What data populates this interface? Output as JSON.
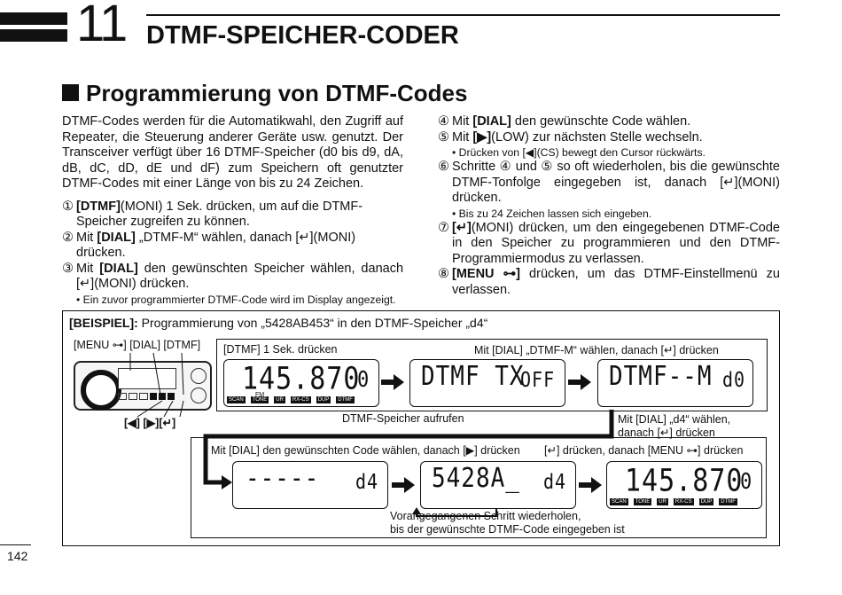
{
  "header": {
    "chapter_number": "11",
    "chapter_title": "DTMF-SPEICHER-CODER"
  },
  "section": {
    "title": "Programmierung von DTMF-Codes"
  },
  "intro": "DTMF-Codes werden für die Automatikwahl, den Zugriff auf Repeater, die Steuerung anderer Geräte usw. genutzt. Der Transceiver verfügt über 16 DTMF-Speicher (d0 bis d9, dA, dB, dC, dD, dE und dF) zum Speichern oft genutzter DTMF-Codes mit einer Länge von bis zu 24 Zeichen.",
  "steps": [
    {
      "num": "①",
      "key": "[DTMF]",
      "text": "(MONI) 1 Sek. drücken, um auf die DTMF-Speicher zugreifen zu können."
    },
    {
      "num": "②",
      "pre": "Mit ",
      "key": "[DIAL]",
      "text": " „DTMF-M“ wählen, danach [↵](MONI) drücken."
    },
    {
      "num": "③",
      "pre": "Mit ",
      "key": "[DIAL]",
      "text": " den gewünschten Speicher wählen, danach [↵](MONI) drücken.",
      "note": "• Ein zuvor programmierter DTMF-Code wird im Display angezeigt."
    },
    {
      "num": "④",
      "pre": "Mit ",
      "key": "[DIAL]",
      "text": " den gewünschte Code wählen."
    },
    {
      "num": "⑤",
      "pre": "Mit ",
      "key": "[▶]",
      "text": "(LOW) zur nächsten Stelle wechseln.",
      "note": "• Drücken von [◀](CS) bewegt den Cursor rückwärts."
    },
    {
      "num": "⑥",
      "text": "Schritte ④ und ⑤ so oft wiederholen, bis die gewünschte DTMF-Tonfolge eingegeben ist, danach [↵](MONI) drücken.",
      "note": "• Bis zu 24 Zeichen lassen sich eingeben."
    },
    {
      "num": "⑦",
      "key": "[↵]",
      "text": "(MONI) drücken, um den eingegebenen DTMF-Code in den Speicher zu programmieren und den DTMF-Programmiermodus zu verlassen."
    },
    {
      "num": "⑧",
      "key": "[MENU ⊶]",
      "text": " drücken, um das DTMF-Einstellmenü zu verlassen."
    }
  ],
  "example": {
    "title_key": "[BEISPIEL]:",
    "title_text": " Programmierung von „5428AB453“ in den DTMF-Speicher „d4“",
    "radio_keys_top": "[MENU ⊶] [DIAL] [DTMF]",
    "radio_keys_bottom": "[◀]     [▶][↵]",
    "label_dtmf_press": "[DTMF] 1 Sek. drücken",
    "label_dial_dtmfm": "Mit [DIAL] „DTMF-M“ wählen, danach [↵] drücken",
    "label_recall": "DTMF-Speicher aufrufen",
    "label_dial_d4": "Mit [DIAL] „d4“ wählen,\ndanach [↵] drücken",
    "label_dial_code": "Mit [DIAL] den gewünschten Code wählen, danach [▶] drücken",
    "label_enter_menu": "[↵] drücken, danach [MENU ⊶] drücken",
    "label_repeat": "Vorangegangenen Schritt wiederholen,\nbis der gewünschte DTMF-Code eingegeben ist",
    "displays": {
      "d1": {
        "main": "145.870",
        "side": "0"
      },
      "d2": {
        "main": "DTMF TX",
        "side": "OFF"
      },
      "d3": {
        "main": "DTMF--M",
        "side": "d0"
      },
      "d4": {
        "main": "-----",
        "side": "d4"
      },
      "d5": {
        "main": "5428A_",
        "side": "d4"
      },
      "d6": {
        "main": "145.870",
        "side": "0"
      }
    },
    "badge_labels": [
      "SCAN",
      "TONE",
      "UR",
      "RX-CS",
      "DUP",
      "DTMF"
    ],
    "fm": "FM"
  },
  "footer": {
    "page_number": "142"
  }
}
